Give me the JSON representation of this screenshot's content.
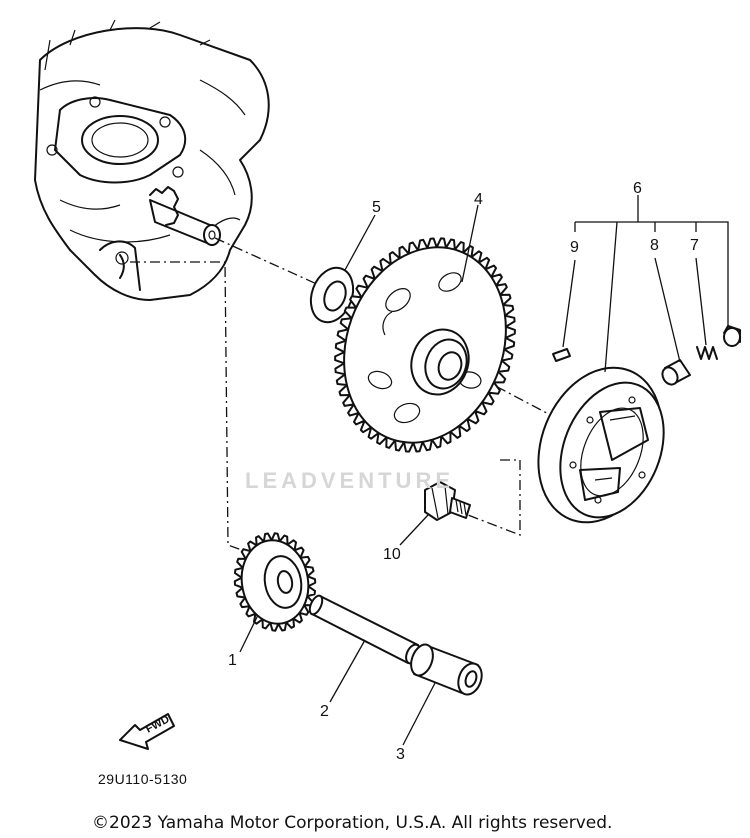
{
  "watermark": "LEADVENTURE",
  "part_code": "29U110-5130",
  "copyright": "©2023 Yamaha Motor Corporation, U.S.A. All rights reserved.",
  "fwd_label": "FWD",
  "callouts": {
    "c1": "1",
    "c2": "2",
    "c3": "3",
    "c4": "4",
    "c5": "5",
    "c6": "6",
    "c7": "7",
    "c8": "8",
    "c9": "9",
    "c10": "10"
  }
}
